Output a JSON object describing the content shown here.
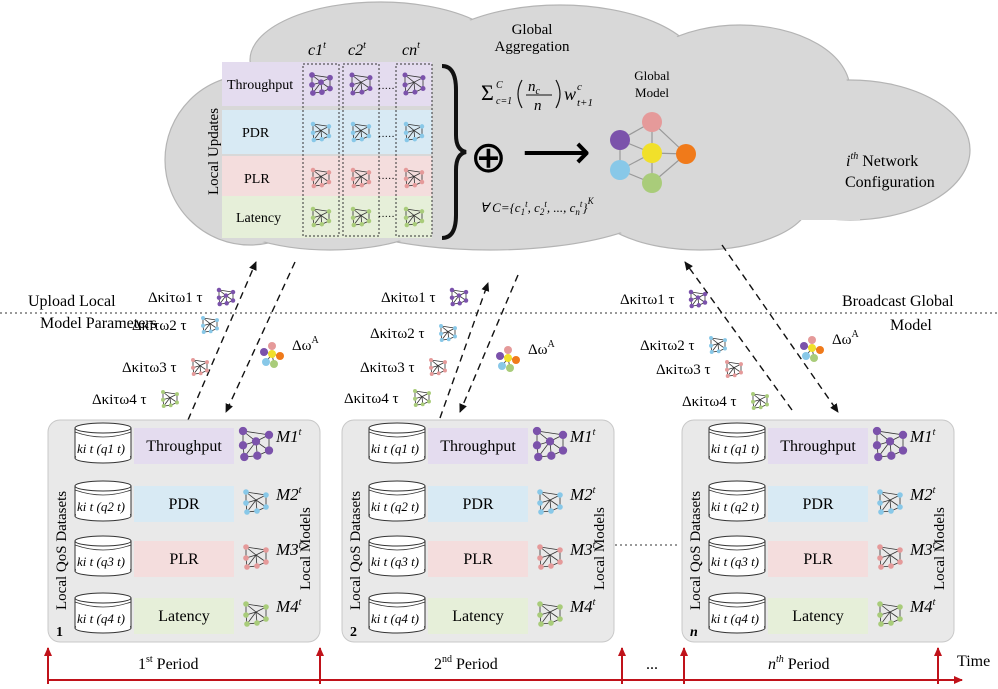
{
  "cloud": {
    "local_updates": "Local Updates",
    "clients": [
      "c1",
      "c2",
      "cn"
    ],
    "client_sup": "t",
    "ellipsis": "·····",
    "metrics": [
      "Throughput",
      "PDR",
      "PLR",
      "Latency"
    ],
    "global_aggregation": [
      "Global",
      "Aggregation"
    ],
    "formula_sum": "Σ",
    "formula_lim_top": "C",
    "formula_lim_bot": "c=1",
    "formula_frac_top": "n",
    "formula_frac_top_sub": "c",
    "formula_frac_bot": "n",
    "formula_w": "w",
    "formula_w_sup": "c",
    "formula_w_sub": "t+1",
    "oplus": "⊕",
    "arrow": "⟶",
    "global_model": [
      "Global",
      "Model"
    ],
    "constraint": "∀ C={c1t, c2t, ..., cnt}K"
  },
  "network_config": {
    "sup": "th",
    "base": "i",
    "line1": " Network",
    "line2": "Configuration"
  },
  "upload_label": [
    "Upload Local",
    "Model Parameters"
  ],
  "broadcast_label": [
    "Broadcast Global",
    "Model"
  ],
  "deltas": [
    "Δκiτω1 τ",
    "Δκiτω2 τ",
    "Δκiτω3 τ",
    "Δκiτω4 τ"
  ],
  "delta_global": "Δω",
  "delta_global_sup": "A",
  "panels": [
    {
      "id": "1",
      "datasets_label": "Local QoS Datasets",
      "models_label": "Local Models"
    },
    {
      "id": "2",
      "datasets_label": "Local QoS Datasets",
      "models_label": "Local Models"
    },
    {
      "id": "n",
      "datasets_label": "Local QoS Datasets",
      "models_label": "Local Models"
    }
  ],
  "datasets": [
    "ki t (q1 t)",
    "ki t (q2 t)",
    "ki t (q3 t)",
    "ki t (q4 t)"
  ],
  "models": [
    "M1",
    "M2",
    "M3",
    "M4"
  ],
  "model_sup": "t",
  "timeline": {
    "periods": [
      {
        "num": "1",
        "sup": "st",
        "word": " Period"
      },
      {
        "num": "2",
        "sup": "nd",
        "word": " Period"
      },
      {
        "num": "n",
        "sup": "th",
        "word": " Period"
      }
    ],
    "ellipsis": "...",
    "time_label": "Time"
  },
  "colors": {
    "throughput": "#e4dcef",
    "pdr": "#d8eaf4",
    "plr": "#f4dddd",
    "latency": "#e6efd9",
    "purple_node": "#7b52ab",
    "blue_node": "#88c8e8",
    "pink_node": "#e59a9a",
    "green_node": "#a9cc7a",
    "yellow_node": "#f1e02a",
    "orange_node": "#f07a1a",
    "timeline": "#c0121a"
  }
}
